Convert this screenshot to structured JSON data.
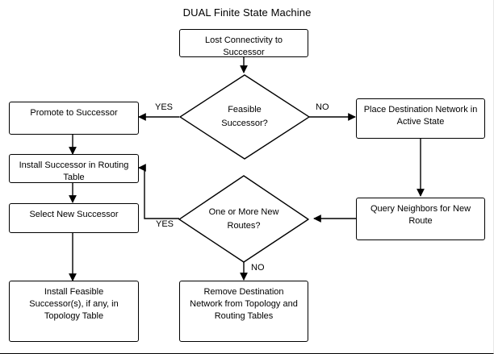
{
  "diagram": {
    "title": "DUAL Finite State Machine",
    "type": "flowchart",
    "nodes": [
      {
        "id": "start",
        "shape": "box",
        "text": "Lost Connectivity to Successor"
      },
      {
        "id": "feasible",
        "shape": "diamond",
        "line1": "Feasible",
        "line2": "Successor?"
      },
      {
        "id": "promote",
        "shape": "box",
        "text": "Promote to Successor"
      },
      {
        "id": "install_rt",
        "shape": "box",
        "line1": "Install Successor in Routing",
        "line2": "Table"
      },
      {
        "id": "select_new",
        "shape": "box",
        "text": "Select New Successor"
      },
      {
        "id": "install_fs",
        "shape": "box",
        "line1": "Install Feasible",
        "line2": "Successor(s), if any, in",
        "line3": "Topology Table"
      },
      {
        "id": "active",
        "shape": "box",
        "line1": "Place Destination Network in",
        "line2": "Active State"
      },
      {
        "id": "query",
        "shape": "box",
        "line1": "Query Neighbors for New",
        "line2": "Route"
      },
      {
        "id": "newroutes",
        "shape": "diamond",
        "line1": "One or More New",
        "line2": "Routes?"
      },
      {
        "id": "remove",
        "shape": "box",
        "line1": "Remove Destination",
        "line2": "Network from Topology and",
        "line3": "Routing Tables"
      }
    ],
    "edge_labels": {
      "feasible_yes": "YES",
      "feasible_no": "NO",
      "newroutes_yes": "YES",
      "newroutes_no": "NO"
    },
    "colors": {
      "stroke": "#000000",
      "background": "#ffffff",
      "text": "#000000"
    }
  }
}
